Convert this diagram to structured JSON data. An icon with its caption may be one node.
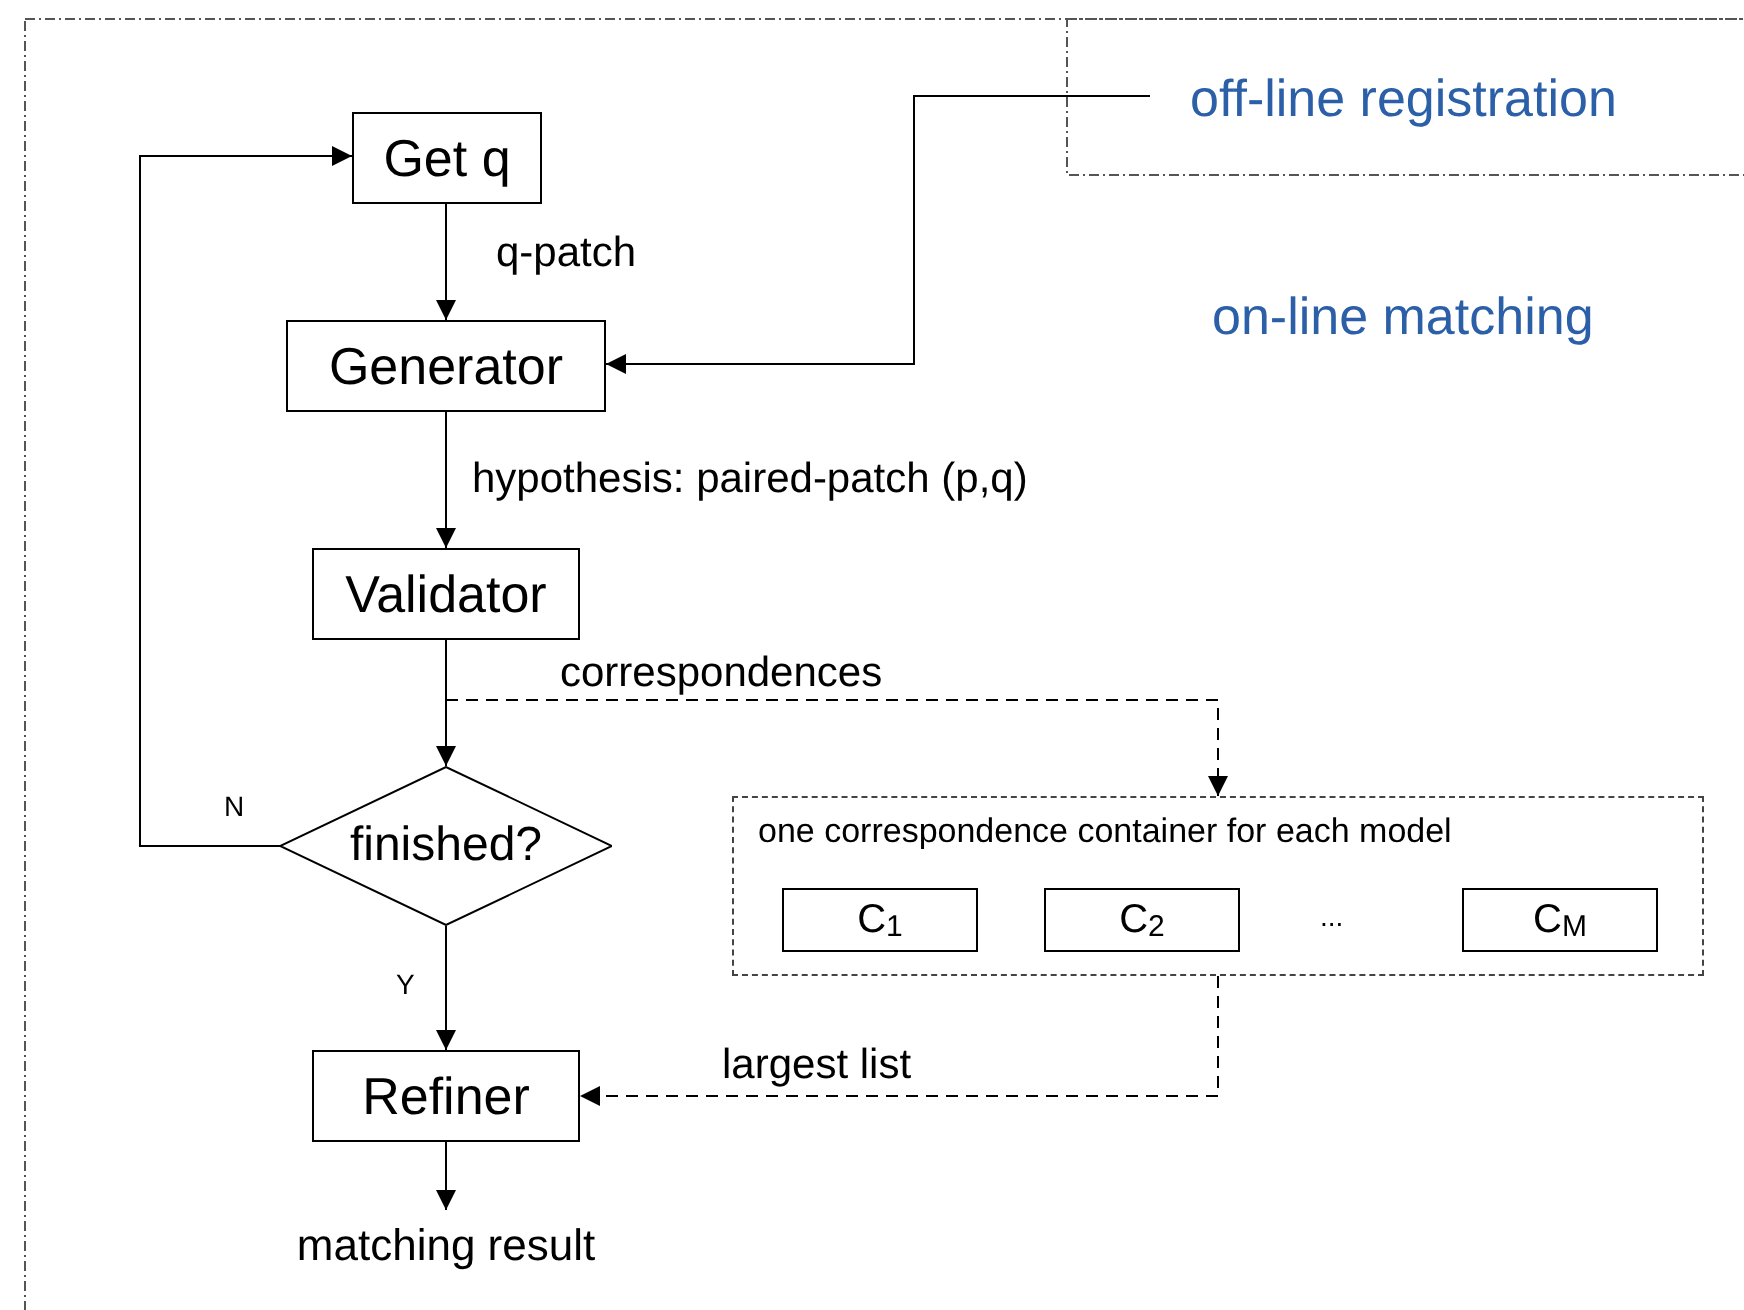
{
  "diagram": {
    "nodes": [
      {
        "text": [
          "on-line matching"
        ]
      },
      {
        "text": [
          "off-line registration"
        ],
        "in": 0
      },
      {
        "text": [
          "Get q"
        ],
        "in": 0
      },
      {
        "text": [
          "Generator"
        ],
        "in": 0
      },
      {
        "text": [
          "Validator"
        ],
        "in": 0
      },
      {
        "text": [
          "finished?"
        ],
        "in": 0
      },
      {
        "text": [
          "one correspondence container for each model"
        ],
        "in": 0
      },
      {
        "text": [
          "C$_{1}$"
        ],
        "in": 6
      },
      {
        "text": [
          "C$_{2}$"
        ],
        "in": 6
      },
      {
        "text": [
          "C$_{M}$"
        ],
        "in": 6
      },
      {
        "text": [
          "Refiner"
        ],
        "in": 0
      },
      {
        "text": [
          "matching result"
        ],
        "in": 0
      }
    ],
    "edges": [
      {
        "from": 2,
        "to": 3,
        "arrow": "to",
        "label": "q-patch"
      },
      {
        "from": 1,
        "to": 3,
        "arrow": "to"
      },
      {
        "from": 3,
        "to": 4,
        "arrow": "to",
        "label": "hypothesis: paired-patch (p,q)"
      },
      {
        "from": 4,
        "to": 5,
        "arrow": "to"
      },
      {
        "from": 4,
        "to": 6,
        "arrow": "to",
        "label": "correspondences",
        "style": "dashed"
      },
      {
        "from": 5,
        "to": 2,
        "arrow": "to",
        "label": "N"
      },
      {
        "from": 5,
        "to": 10,
        "arrow": "to",
        "label": "Y"
      },
      {
        "from": 6,
        "to": 10,
        "arrow": "to",
        "label": "largest list",
        "style": "dashed"
      },
      {
        "from": 10,
        "to": 11,
        "arrow": "to"
      }
    ],
    "labels": [
      "..."
    ]
  }
}
